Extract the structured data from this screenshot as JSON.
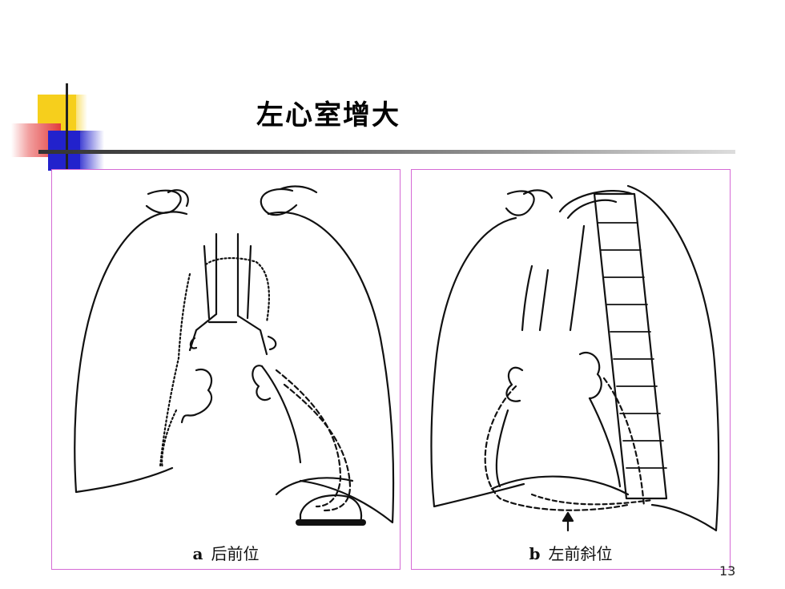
{
  "slide": {
    "title": "左心室增大",
    "page_number": "13"
  },
  "figures": [
    {
      "letter": "a",
      "caption": "后前位"
    },
    {
      "letter": "b",
      "caption": "左前斜位"
    }
  ],
  "colors": {
    "panel_border": "#d56ad5",
    "accent_yellow": "#f6cf1c",
    "accent_red": "#e23b3b",
    "accent_blue": "#2222cc"
  }
}
